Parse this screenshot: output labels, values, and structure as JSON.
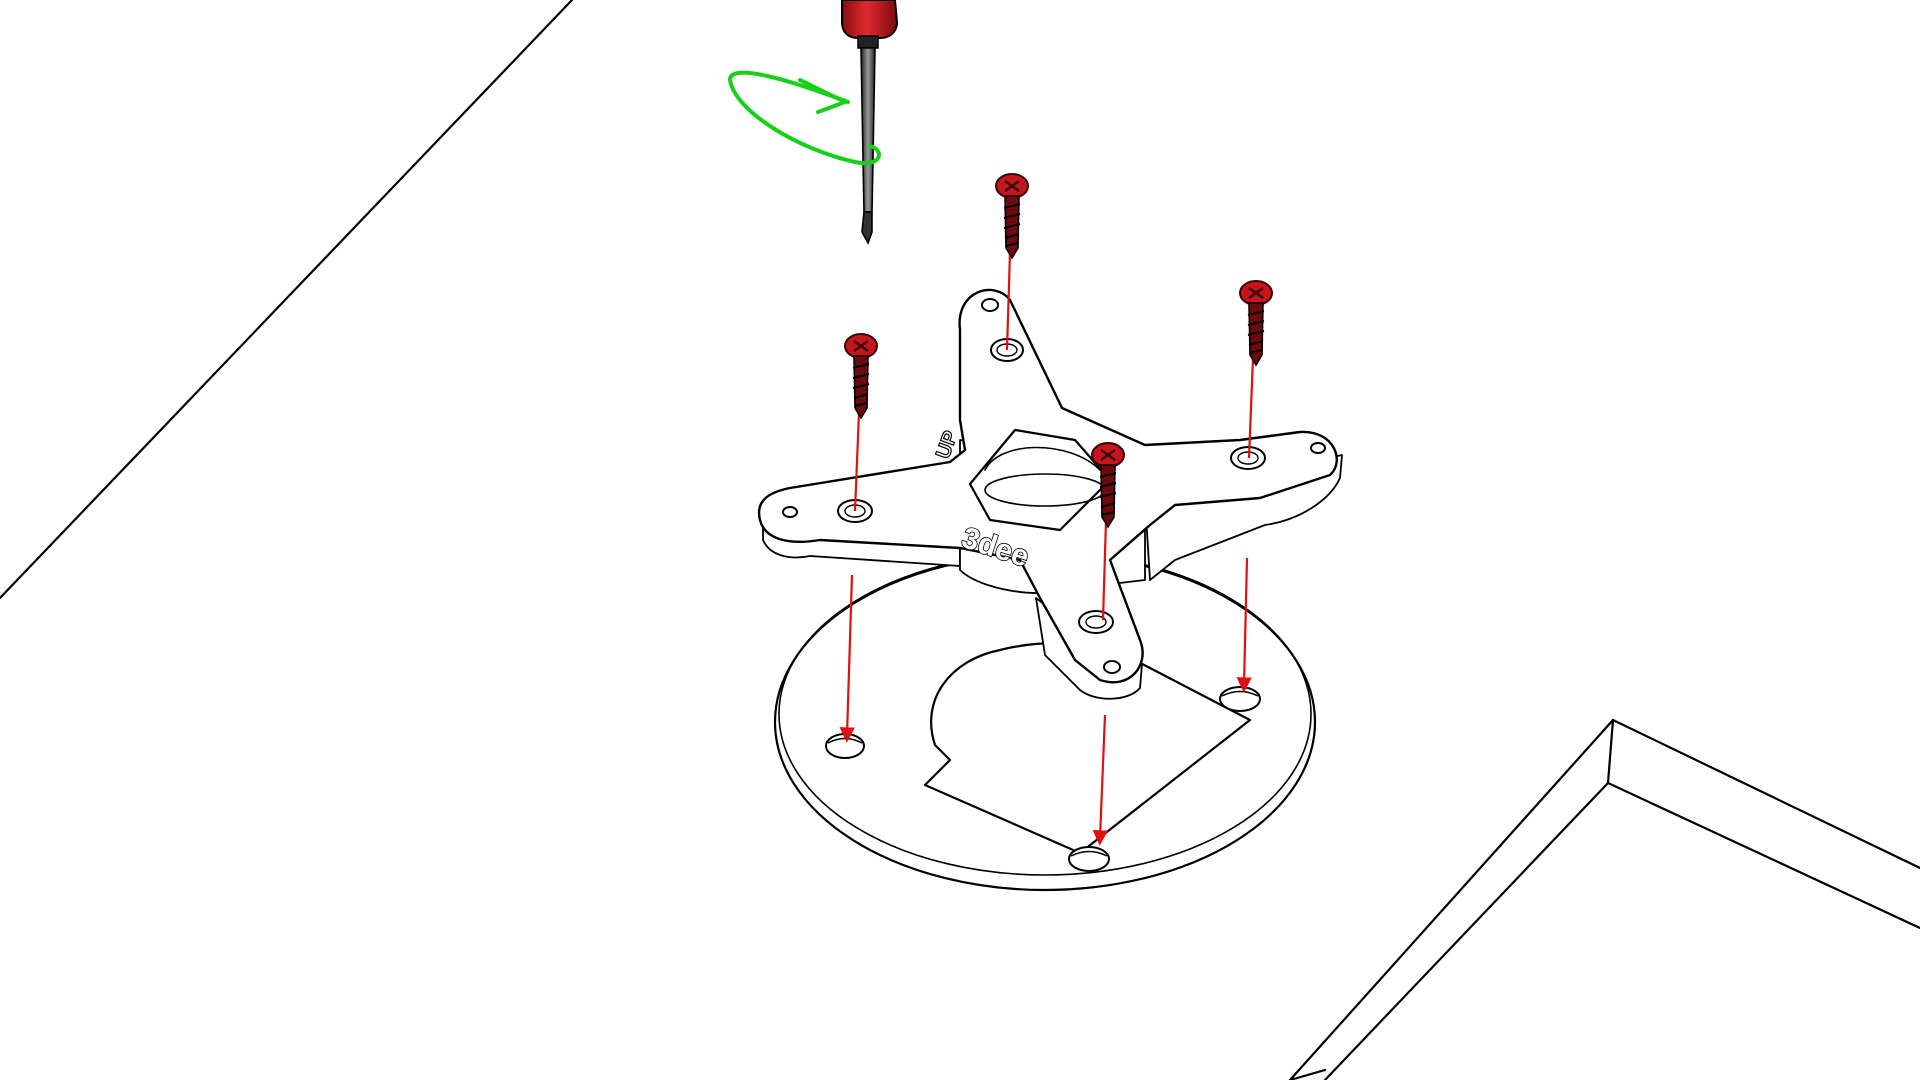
{
  "diagram": {
    "logo_text": "3dee",
    "embossed_text": "UP",
    "colors": {
      "outline": "#000000",
      "background": "#ffffff",
      "screw": "#c4161c",
      "screw_dark": "#6e0a0d",
      "arrow": "#e01010",
      "rotation_indicator": "#18d018",
      "screwdriver_shaft": "#555555"
    },
    "icons": {
      "tool": "screwdriver-icon",
      "rotation": "clockwise-rotation-icon",
      "fastener": "screw-icon"
    },
    "screw_count": 4
  }
}
